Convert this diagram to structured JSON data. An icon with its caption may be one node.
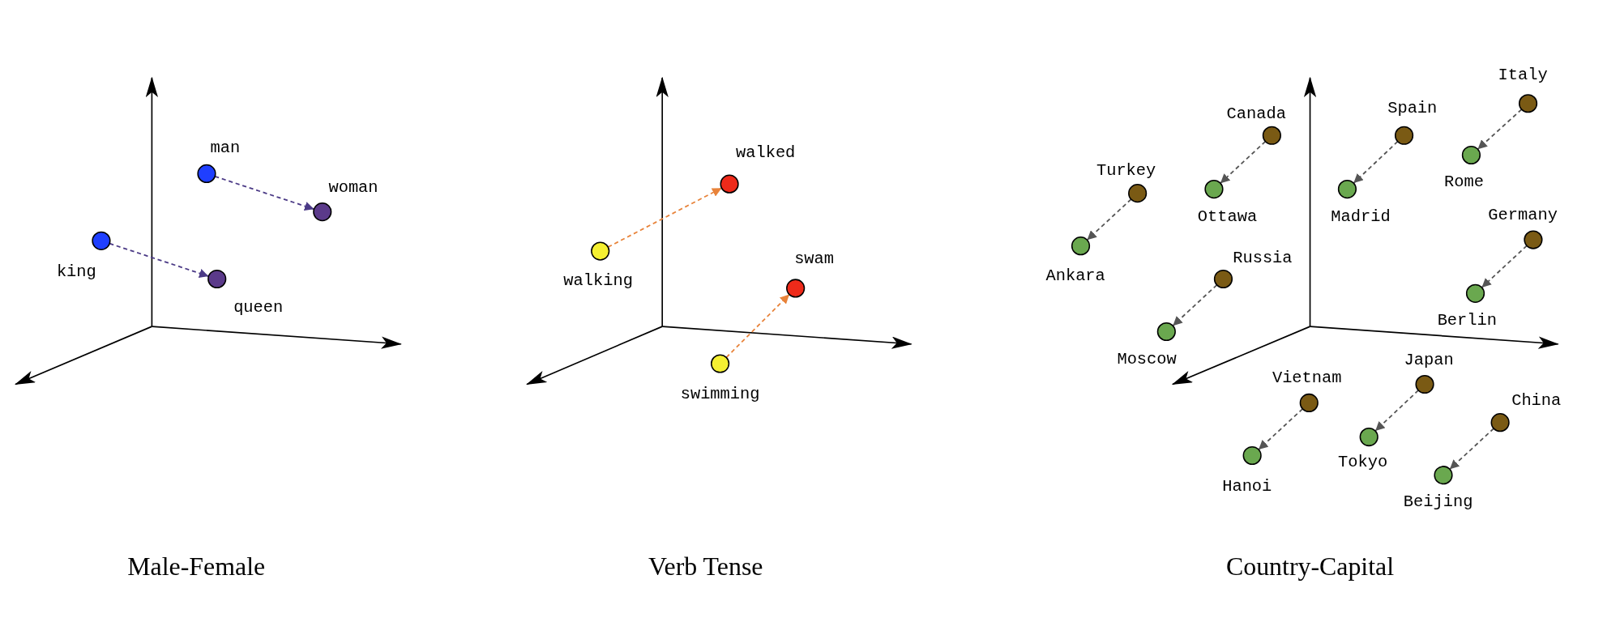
{
  "diagram": {
    "nodes": [
      {
        "text": [],
        "shape": "circle",
        "beside": [
          "man"
        ]
      },
      {
        "text": [],
        "shape": "circle",
        "beside": [
          "woman"
        ]
      },
      {
        "text": [],
        "shape": "circle",
        "beside": [
          "king"
        ]
      },
      {
        "text": [],
        "shape": "circle",
        "beside": [
          "queen"
        ]
      },
      {
        "text": [],
        "shape": "circle",
        "beside": [
          "walked"
        ]
      },
      {
        "text": [],
        "shape": "circle",
        "beside": [
          "walking"
        ]
      },
      {
        "text": [],
        "shape": "circle",
        "beside": [
          "swam"
        ]
      },
      {
        "text": [],
        "shape": "circle",
        "beside": [
          "swimming"
        ]
      },
      {
        "text": [],
        "shape": "circle",
        "beside": [
          "Italy"
        ]
      },
      {
        "text": [],
        "shape": "circle",
        "beside": [
          "Canada"
        ]
      },
      {
        "text": [],
        "shape": "circle",
        "beside": [
          "Spain"
        ]
      },
      {
        "text": [],
        "shape": "circle",
        "beside": [
          "Rome"
        ]
      },
      {
        "text": [],
        "shape": "circle",
        "beside": [
          "Turkey"
        ]
      },
      {
        "text": [],
        "shape": "circle",
        "beside": [
          "Ottawa"
        ]
      },
      {
        "text": [],
        "shape": "circle",
        "beside": [
          "Madrid"
        ]
      },
      {
        "text": [],
        "shape": "circle",
        "beside": [
          "Germany"
        ]
      },
      {
        "text": [],
        "shape": "circle",
        "beside": [
          "Ankara"
        ]
      },
      {
        "text": [],
        "shape": "circle",
        "beside": [
          "Russia"
        ]
      },
      {
        "text": [],
        "shape": "circle",
        "beside": [
          "Berlin"
        ]
      },
      {
        "text": [],
        "shape": "circle",
        "beside": [
          "Moscow"
        ]
      },
      {
        "text": [],
        "shape": "circle",
        "beside": [
          "Vietnam"
        ]
      },
      {
        "text": [],
        "shape": "circle",
        "beside": [
          "Japan"
        ]
      },
      {
        "text": [],
        "shape": "circle",
        "beside": [
          "China"
        ]
      },
      {
        "text": [],
        "shape": "circle",
        "beside": [
          "Hanoi"
        ]
      },
      {
        "text": [],
        "shape": "circle",
        "beside": [
          "Tokyo"
        ]
      },
      {
        "text": [],
        "shape": "circle",
        "beside": [
          "Beijing"
        ]
      }
    ],
    "edges": [
      {
        "from": 0,
        "to": 1,
        "arrow": "to",
        "style": "dashed",
        "color": "#4b3a86"
      },
      {
        "from": 2,
        "to": 3,
        "arrow": "to",
        "style": "dashed",
        "color": "#4b3a86"
      },
      {
        "from": 5,
        "to": 4,
        "arrow": "to",
        "style": "dashed",
        "color": "#e8833a"
      },
      {
        "from": 7,
        "to": 6,
        "arrow": "to",
        "style": "dashed",
        "color": "#e8833a"
      },
      {
        "from": 8,
        "to": 11,
        "arrow": "to",
        "style": "dashed"
      },
      {
        "from": 9,
        "to": 13,
        "arrow": "to",
        "style": "dashed"
      },
      {
        "from": 10,
        "to": 14,
        "arrow": "to",
        "style": "dashed"
      },
      {
        "from": 12,
        "to": 16,
        "arrow": "to",
        "style": "dashed"
      },
      {
        "from": 15,
        "to": 18,
        "arrow": "to",
        "style": "dashed"
      },
      {
        "from": 17,
        "to": 19,
        "arrow": "to",
        "style": "dashed"
      },
      {
        "from": 20,
        "to": 23,
        "arrow": "to",
        "style": "dashed"
      },
      {
        "from": 21,
        "to": 24,
        "arrow": "to",
        "style": "dashed"
      },
      {
        "from": 22,
        "to": 25,
        "arrow": "to",
        "style": "dashed"
      }
    ],
    "labels": [
      "Male-Female",
      "Verb Tense",
      "Country-Capital"
    ]
  }
}
